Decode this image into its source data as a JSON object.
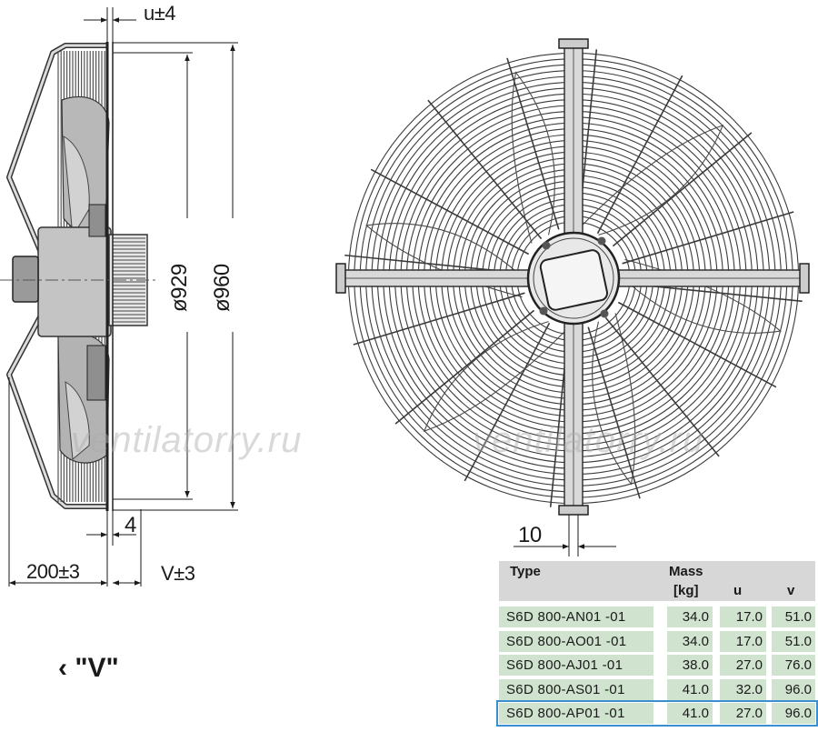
{
  "drawing": {
    "dimensions": {
      "u_tol": "u±4",
      "diameter_inner": "ø929",
      "diameter_outer": "ø960",
      "gap_4": "4",
      "depth_200": "200±3",
      "v_tol": "V±3",
      "gap_10": "10"
    },
    "view_label": "‹ \"V\"",
    "watermark_left": "ventilatorry.ru",
    "watermark_right": "ventilatorry.ru"
  },
  "table": {
    "headers": {
      "type": "Type",
      "mass": "Mass",
      "mass_unit": "[kg]",
      "u": "u",
      "v": "v"
    },
    "rows": [
      {
        "type": "S6D 800-AN01 -01",
        "mass": "34.0",
        "u": "17.0",
        "v": "51.0"
      },
      {
        "type": "S6D 800-AO01 -01",
        "mass": "34.0",
        "u": "17.0",
        "v": "51.0"
      },
      {
        "type": "S6D 800-AJ01 -01",
        "mass": "38.0",
        "u": "27.0",
        "v": "76.0"
      },
      {
        "type": "S6D 800-AS01 -01",
        "mass": "41.0",
        "u": "32.0",
        "v": "96.0"
      },
      {
        "type": "S6D 800-AP01 -01",
        "mass": "41.0",
        "u": "27.0",
        "v": "96.0"
      }
    ],
    "highlight_color": "#3a8fd0",
    "row_color": "#cfe3cf",
    "header_color": "#d7d7d7"
  }
}
